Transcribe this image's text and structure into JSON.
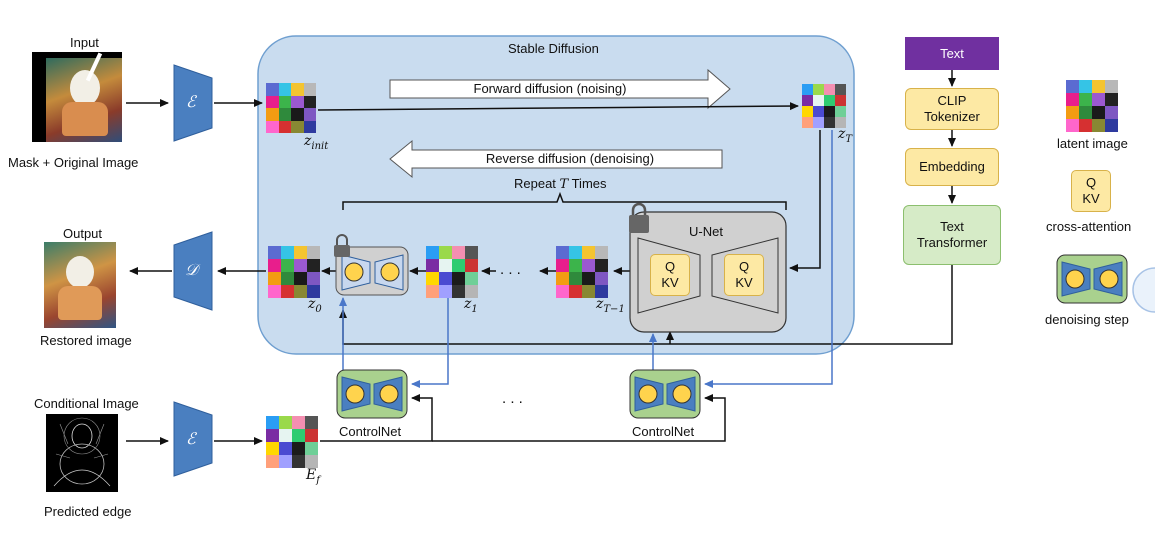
{
  "input": {
    "title": "Input",
    "caption": "Mask + Original Image"
  },
  "output": {
    "title": "Output",
    "caption": "Restored image"
  },
  "conditional": {
    "title": "Conditional Image",
    "caption": "Predicted edge"
  },
  "encoder_symbol": "ℰ",
  "decoder_symbol": "𝒟",
  "stable_diffusion": {
    "title": "Stable Diffusion",
    "forward": "Forward diffusion (noising)",
    "reverse": "Reverse diffusion (denoising)",
    "repeat_prefix": "Repeat ",
    "repeat_var": "T",
    "repeat_suffix": " Times",
    "unet": "U-Net",
    "ellipsis": ". . ."
  },
  "latents": {
    "z_init": {
      "base": "z",
      "sub": "init"
    },
    "z_T": {
      "base": "z",
      "sub": "T"
    },
    "z_0": {
      "base": "z",
      "sub": "0"
    },
    "z_1": {
      "base": "z",
      "sub": "1"
    },
    "z_T1": {
      "base": "z",
      "sub": "T−1"
    },
    "E_f": {
      "base": "E",
      "sub": "f"
    }
  },
  "qkv": {
    "q": "Q",
    "kv": "KV"
  },
  "text_pipeline": {
    "text": "Text",
    "clip": "CLIP Tokenizer",
    "embedding": "Embedding",
    "transformer": "Text Transformer"
  },
  "controlnet": {
    "label": "ControlNet",
    "ellipsis": ". . ."
  },
  "legend": {
    "latent": "latent image",
    "cross_attention": "cross-attention",
    "denoising": "denoising step"
  },
  "colors": {
    "sd_panel": "#c9dcef",
    "sd_border": "#6f9fd0",
    "encoder": "#4a7fc0",
    "clip_fill": "#fde9a4",
    "clip_border": "#d8b24a",
    "transformer_fill": "#d6ebc7",
    "transformer_border": "#8cbf6e",
    "text_fill": "#7030a0",
    "controlnet_fill": "#a9d18e",
    "unet_fill": "#d0d0d0",
    "yellow_circle": "#ffd34d",
    "blue_arrow": "#4a77c9"
  },
  "latent_palette": {
    "a": [
      "#5b6bd1",
      "#35c4e6",
      "#f4c430",
      "#b8b8b8",
      "#e81e8c",
      "#3cb44b",
      "#9b59d0",
      "#222222",
      "#f39c12",
      "#2f8a3c",
      "#1a1a1a",
      "#7e57c2",
      "#ff66cc",
      "#d63031",
      "#888833",
      "#2e3a9f"
    ],
    "b": [
      "#2a9df4",
      "#9ad94b",
      "#f48fb1",
      "#555555",
      "#7a2ca3",
      "#e6f4f1",
      "#2ecc71",
      "#cc3333",
      "#ffd700",
      "#4b4bd1",
      "#1b1b1b",
      "#6fcf97",
      "#ffa07a",
      "#a0a0ff",
      "#333333",
      "#b5b5b5"
    ]
  }
}
